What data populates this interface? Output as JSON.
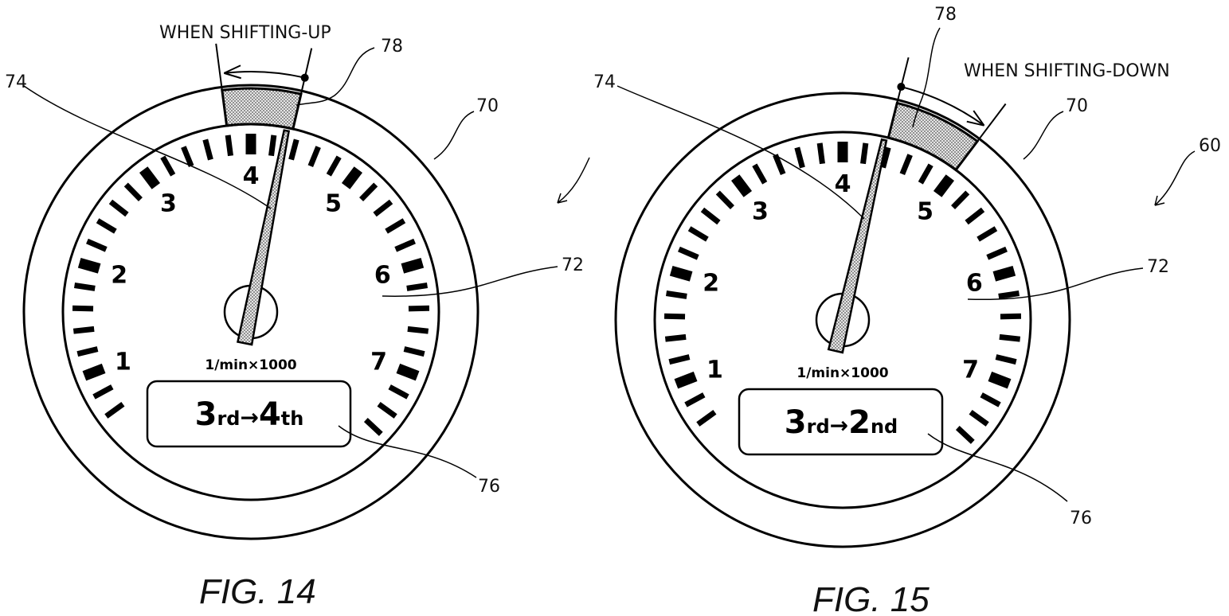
{
  "figures": [
    {
      "caption": "FIG. 14",
      "condition_label": "WHEN SHIFTING-UP",
      "dial_numbers": [
        "1",
        "2",
        "3",
        "4",
        "5",
        "6",
        "7"
      ],
      "unit_label": "1/min×1000",
      "gear_from": "3",
      "gear_from_suffix": "rd",
      "arrow": "→",
      "gear_to": "4",
      "gear_to_suffix": "th",
      "needle_value": 4.3,
      "band_range": [
        3.8,
        4.35
      ],
      "refs": {
        "band": "78",
        "needle": "74",
        "outer_ring": "70",
        "dial": "72",
        "gear_display": "76"
      }
    },
    {
      "caption": "FIG. 15",
      "condition_label": "WHEN SHIFTING-DOWN",
      "dial_numbers": [
        "1",
        "2",
        "3",
        "4",
        "5",
        "6",
        "7"
      ],
      "unit_label": "1/min×1000",
      "gear_from": "3",
      "gear_from_suffix": "rd",
      "arrow": "→",
      "gear_to": "2",
      "gear_to_suffix": "nd",
      "needle_value": 4.35,
      "band_range": [
        4.38,
        5.0
      ],
      "refs": {
        "band": "78",
        "needle": "74",
        "outer_ring": "70",
        "dial": "72",
        "gear_display": "76",
        "device": "60"
      }
    }
  ],
  "colors": {
    "line": "#000000",
    "band_fill": "#bdbdbd",
    "background": "#ffffff"
  }
}
